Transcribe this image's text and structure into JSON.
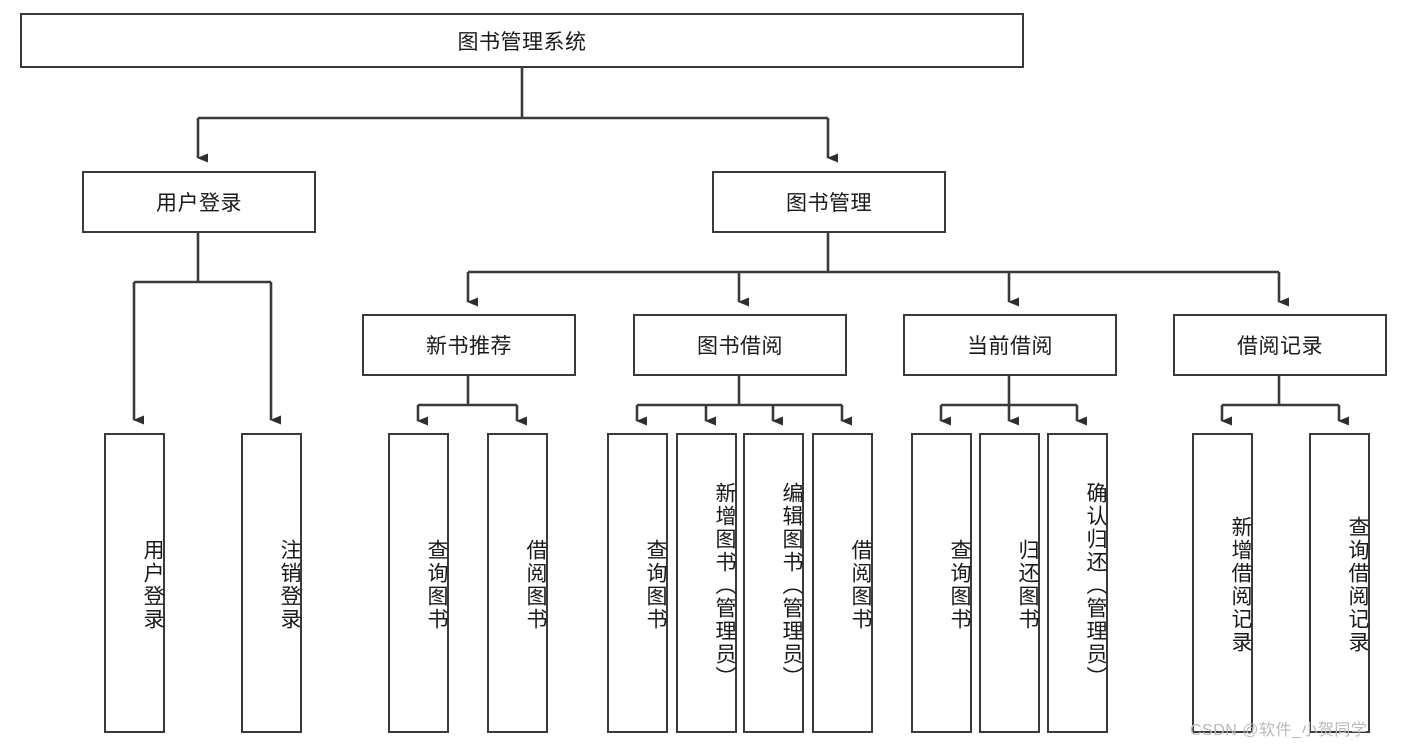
{
  "diagram": {
    "type": "tree-hierarchy",
    "title": "图书管理系统",
    "orientation": "top-down",
    "colors": {
      "box_border": "#3a3a3a",
      "box_fill": "#ffffff",
      "connector": "#3a3a3a",
      "text": "#1a1a1a",
      "watermark": "#b9b9b9",
      "background": "#ffffff"
    },
    "root": {
      "label": "图书管理系统"
    },
    "level2": [
      {
        "id": "user-login",
        "label": "用户登录"
      },
      {
        "id": "book-manage",
        "label": "图书管理"
      }
    ],
    "level3": [
      {
        "id": "new-book-recommend",
        "label": "新书推荐",
        "parent": "book-manage"
      },
      {
        "id": "book-borrow",
        "label": "图书借阅",
        "parent": "book-manage"
      },
      {
        "id": "current-borrow",
        "label": "当前借阅",
        "parent": "book-manage"
      },
      {
        "id": "borrow-record",
        "label": "借阅记录",
        "parent": "book-manage"
      }
    ],
    "leaves": [
      {
        "id": "leaf-user-login",
        "label": "用户登录",
        "parent": "user-login"
      },
      {
        "id": "leaf-user-logout",
        "label": "注销登录",
        "parent": "user-login"
      },
      {
        "id": "leaf-query-book-1",
        "label": "查询图书",
        "parent": "new-book-recommend"
      },
      {
        "id": "leaf-borrow-book-1",
        "label": "借阅图书",
        "parent": "new-book-recommend"
      },
      {
        "id": "leaf-query-book-2",
        "label": "查询图书",
        "parent": "book-borrow"
      },
      {
        "id": "leaf-add-book",
        "label": "新增图书（管理员）",
        "parent": "book-borrow"
      },
      {
        "id": "leaf-edit-book",
        "label": "编辑图书（管理员）",
        "parent": "book-borrow"
      },
      {
        "id": "leaf-borrow-book-2",
        "label": "借阅图书",
        "parent": "book-borrow"
      },
      {
        "id": "leaf-query-book-3",
        "label": "查询图书",
        "parent": "current-borrow"
      },
      {
        "id": "leaf-return-book",
        "label": "归还图书",
        "parent": "current-borrow"
      },
      {
        "id": "leaf-confirm-return",
        "label": "确认归还（管理员）",
        "parent": "current-borrow"
      },
      {
        "id": "leaf-add-record",
        "label": "新增借阅记录",
        "parent": "borrow-record"
      },
      {
        "id": "leaf-query-record",
        "label": "查询借阅记录",
        "parent": "borrow-record"
      }
    ]
  },
  "watermark": {
    "text": "CSDN @软件_小贺同学"
  }
}
